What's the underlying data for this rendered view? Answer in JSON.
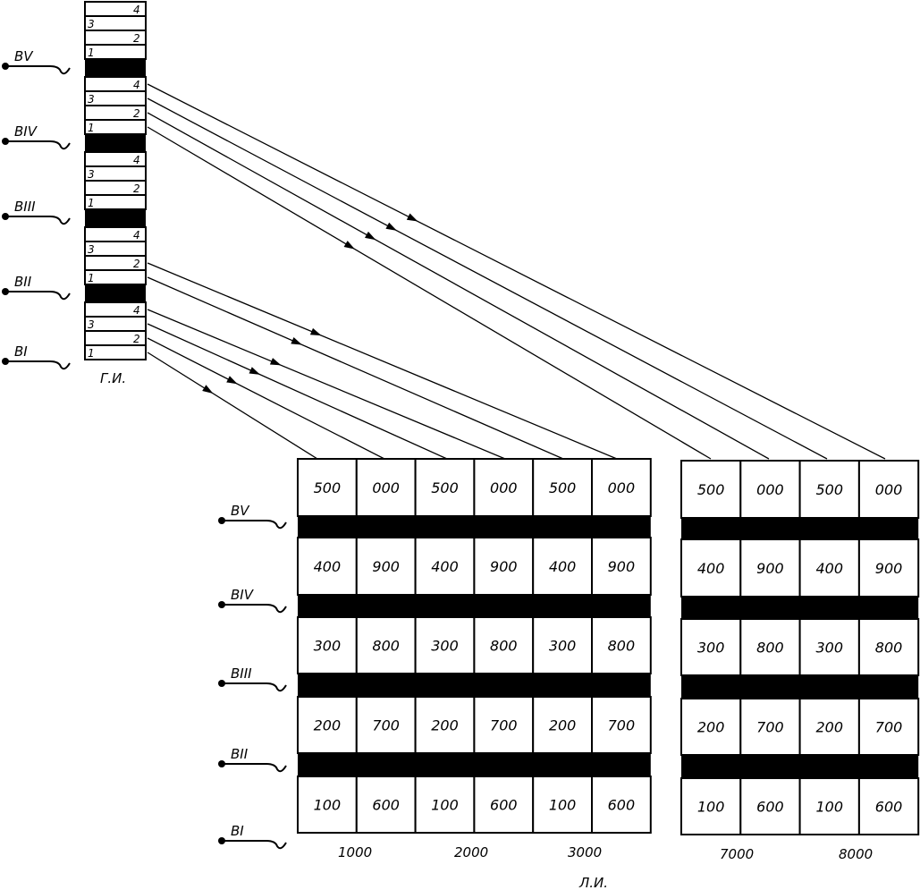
{
  "generator": {
    "label": "Г.И.",
    "groups": [
      {
        "bus": "BV",
        "slots": [
          "4",
          "3",
          "2",
          "1"
        ]
      },
      {
        "bus": "BIV",
        "slots": [
          "4",
          "3",
          "2",
          "1"
        ]
      },
      {
        "bus": "BIII",
        "slots": [
          "4",
          "3",
          "2",
          "1"
        ]
      },
      {
        "bus": "BII",
        "slots": [
          "4",
          "3",
          "2",
          "1"
        ]
      },
      {
        "bus": "BI",
        "slots": [
          "4",
          "3",
          "2",
          "1"
        ]
      }
    ]
  },
  "line_drum": {
    "label": "Л.И.",
    "bus_labels": [
      "BV",
      "BIV",
      "BIII",
      "BII",
      "BI"
    ],
    "left_block": {
      "rows": [
        [
          "500",
          "000",
          "500",
          "000",
          "500",
          "000"
        ],
        [
          "400",
          "900",
          "400",
          "900",
          "400",
          "900"
        ],
        [
          "300",
          "800",
          "300",
          "800",
          "300",
          "800"
        ],
        [
          "200",
          "700",
          "200",
          "700",
          "200",
          "700"
        ],
        [
          "100",
          "600",
          "100",
          "600",
          "100",
          "600"
        ]
      ],
      "thousands": [
        "1000",
        "2000",
        "3000"
      ]
    },
    "right_block": {
      "rows": [
        [
          "500",
          "000",
          "500",
          "000"
        ],
        [
          "400",
          "900",
          "400",
          "900"
        ],
        [
          "300",
          "800",
          "300",
          "800"
        ],
        [
          "200",
          "700",
          "200",
          "700"
        ],
        [
          "100",
          "600",
          "100",
          "600"
        ]
      ],
      "thousands": [
        "7000",
        "8000"
      ]
    }
  }
}
